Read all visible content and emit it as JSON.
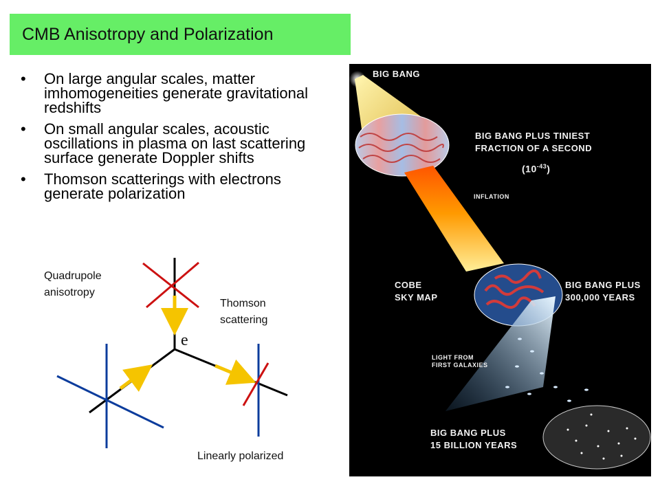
{
  "header": {
    "title": "CMB Anisotropy and Polarization",
    "background_color": "#66ee66"
  },
  "bullets": [
    "On large angular scales, matter imhomogeneities generate gravitational redshifts",
    "On small angular scales, acoustic oscillations in plasma on last scattering surface generate Doppler shifts",
    "Thomson scatterings with electrons generate polarization"
  ],
  "bullet_glyph": "•",
  "diagram": {
    "label_quadrupole": "Quadrupole\nanisotropy",
    "label_thomson": "Thomson\nscattering",
    "label_linear": "Linearly polarized",
    "electron_symbol": "e",
    "colors": {
      "red": "#cc1111",
      "blue": "#0b3c9c",
      "arrow": "#f5c400",
      "line": "#000000"
    }
  },
  "cosmic_panel": {
    "big_bang": "Big Bang",
    "tiniest": "Big Bang Plus Tiniest\nFraction of a Second",
    "exponent_base": "(10",
    "exponent": "-43",
    "exponent_close": ")",
    "inflation": "Inflation",
    "cobe": "COBE\nSky Map",
    "plus_300k": "Big Bang Plus\n300,000 Years",
    "light_first": "Light From\nFirst Galaxies",
    "plus_15b": "Big Bang Plus\n15 Billion Years"
  }
}
